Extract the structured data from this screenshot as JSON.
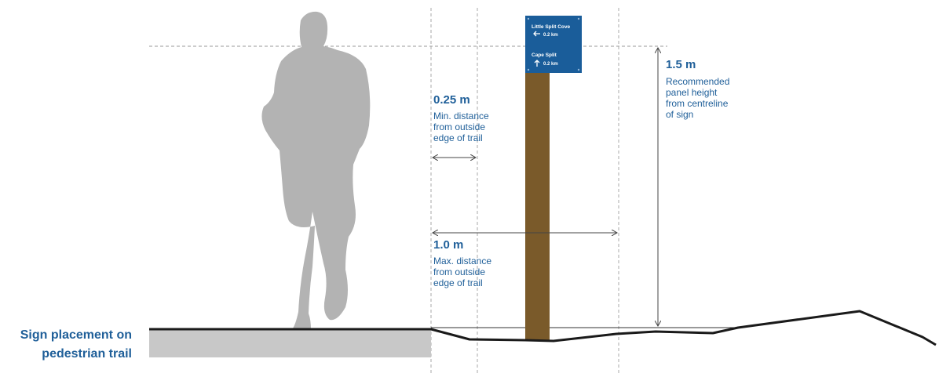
{
  "title_lines": [
    "Sign placement on",
    "pedestrian trail"
  ],
  "sign_panel": {
    "dest1": "Little Split Cove",
    "dist1": "0.2 km",
    "dest2": "Cape Split",
    "dist2": "0.2 km"
  },
  "min_distance": {
    "value": "0.25 m",
    "desc": [
      "Min. distance",
      "from outside",
      "edge of trail"
    ]
  },
  "max_distance": {
    "value": "1.0 m",
    "desc": [
      "Max. distance",
      "from outside",
      "edge of trail"
    ]
  },
  "panel_height": {
    "value": "1.5 m",
    "desc": [
      "Recommended",
      "panel height",
      "from centreline",
      "of sign"
    ]
  },
  "colors": {
    "text": "#1f5f99",
    "sign_panel": "#1a5d9a",
    "post": "#7a5a2a",
    "person": "#b3b3b3",
    "trail_bed": "#c8c8c8",
    "ground": "#1a1a1a",
    "guide": "#999999"
  }
}
